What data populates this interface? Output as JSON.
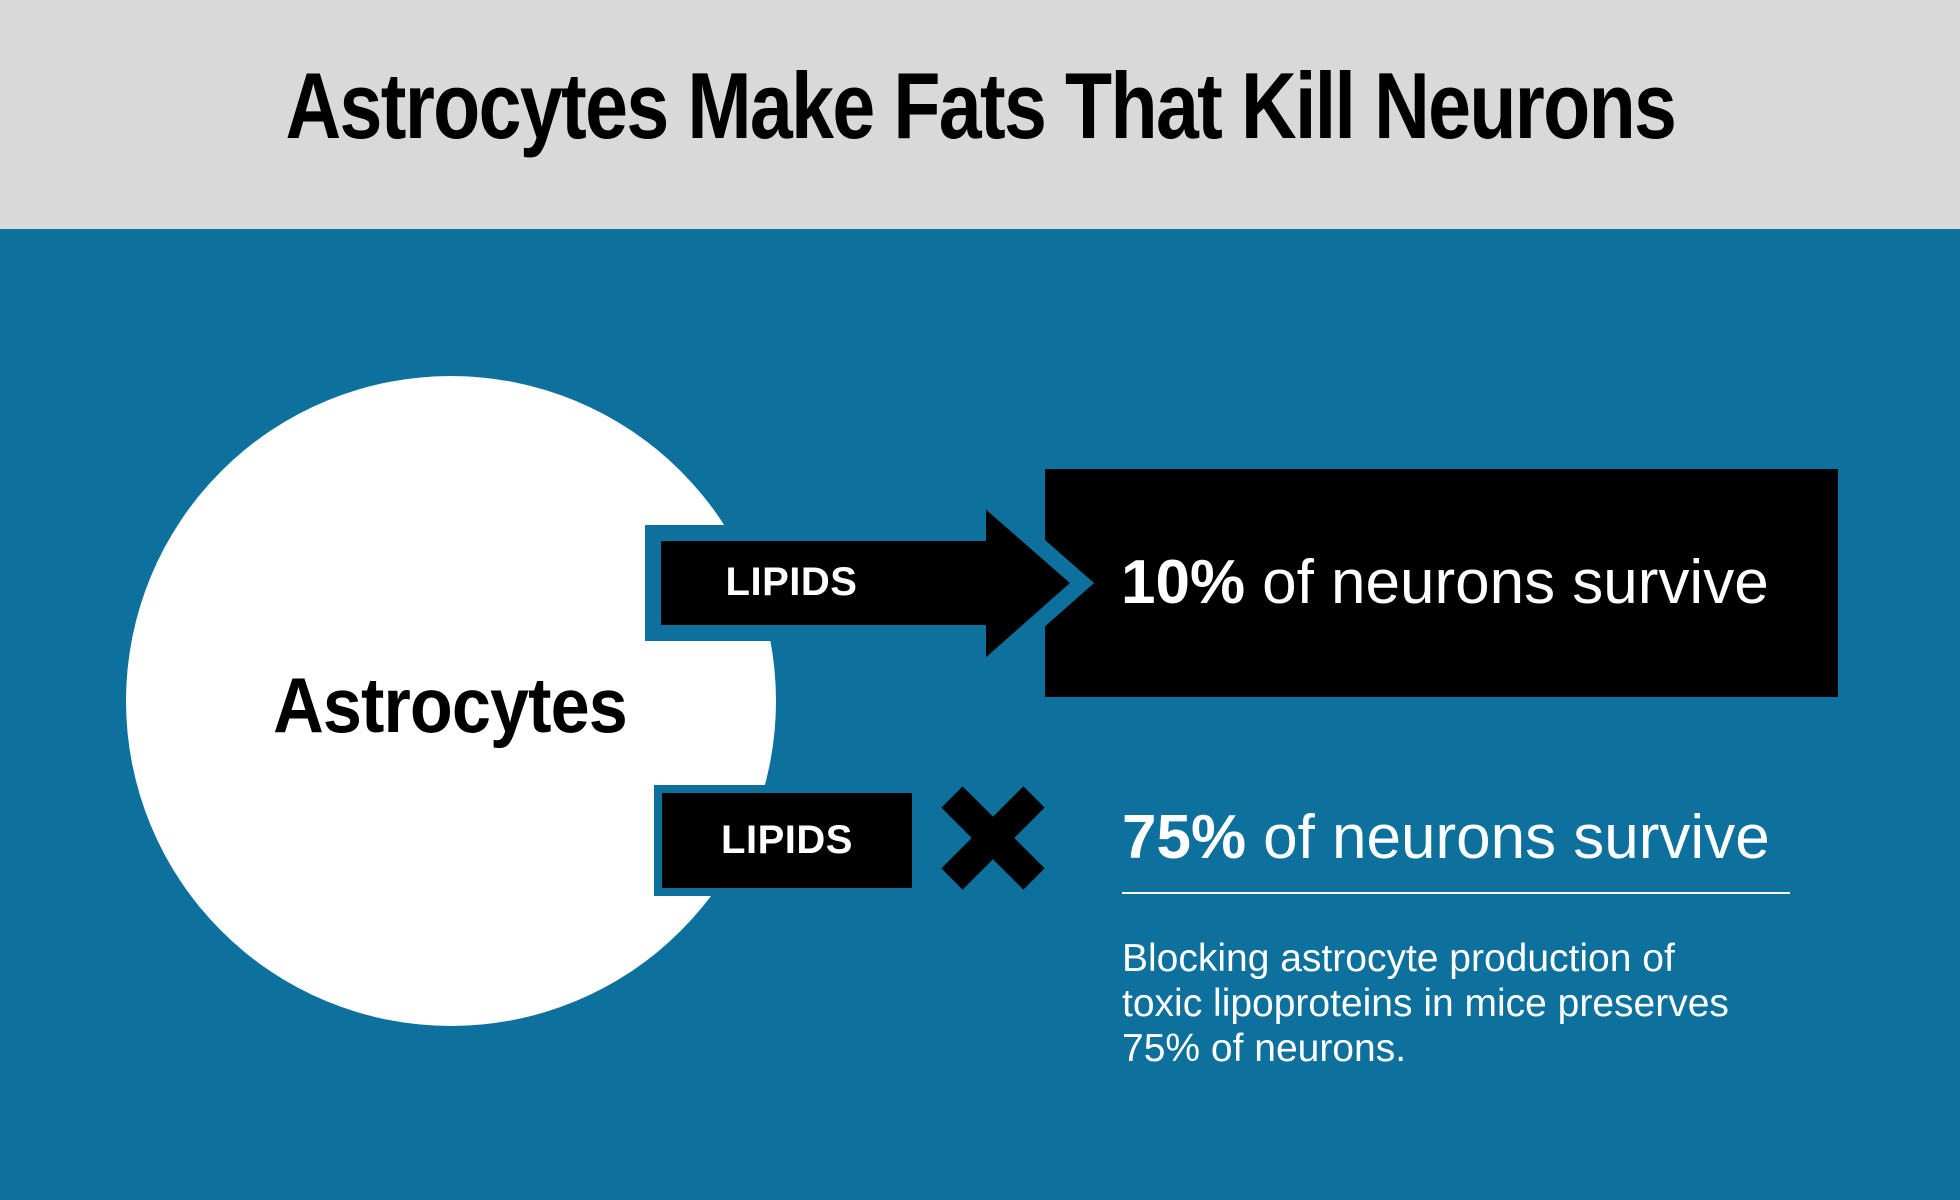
{
  "title": "Astrocytes Make Fats That Kill Neurons",
  "diagram": {
    "source_label": "Astrocytes",
    "pathways": [
      {
        "label": "LIPIDS",
        "connector": "arrow",
        "outcome_value": "10%",
        "outcome_text": "of neurons survive"
      },
      {
        "label": "LIPIDS",
        "connector": "blocked-x",
        "outcome_value": "75%",
        "outcome_text": "of neurons survive",
        "note_lines": [
          "Blocking astrocyte production of",
          "toxic lipoproteins in mice preserves",
          "75% of neurons."
        ]
      }
    ]
  },
  "colors": {
    "background_teal": "#0d709d",
    "header_gray": "#d9d9d9",
    "shape_black": "#000000",
    "text_white": "#ffffff",
    "text_black": "#000000"
  }
}
